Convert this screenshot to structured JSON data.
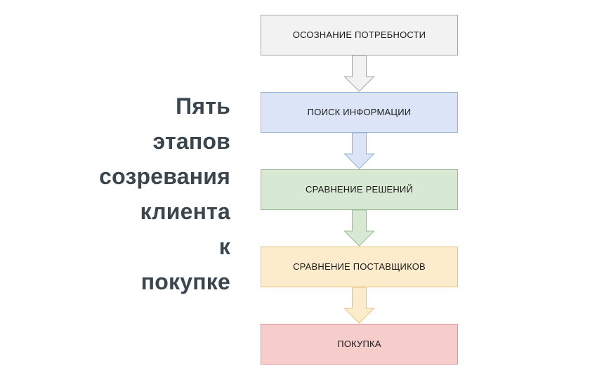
{
  "title": {
    "text": "Пять\nэтапов\nсозревания\nклиента\nк\nпокупке",
    "color": "#3a454e"
  },
  "flow": {
    "direction": "top-to-bottom",
    "stages": [
      {
        "label": "ОСОЗНАНИЕ ПОТРЕБНОСТИ",
        "fill": "#f2f2f2",
        "border": "#a6a6a6",
        "arrow_after": true
      },
      {
        "label": "ПОИСК ИНФОРМАЦИИ",
        "fill": "#dbe5f7",
        "border": "#95b3d7",
        "arrow_after": true
      },
      {
        "label": "СРАВНЕНИЕ РЕШЕНИЙ",
        "fill": "#d7e8d3",
        "border": "#9bbb94",
        "arrow_after": true
      },
      {
        "label": "СРАВНЕНИЕ ПОСТАВЩИКОВ",
        "fill": "#fdeccb",
        "border": "#e3c67a",
        "arrow_after": true
      },
      {
        "label": "ПОКУПКА",
        "fill": "#f7cdcc",
        "border": "#d99694",
        "arrow_after": false
      }
    ]
  },
  "background": "#ffffff"
}
